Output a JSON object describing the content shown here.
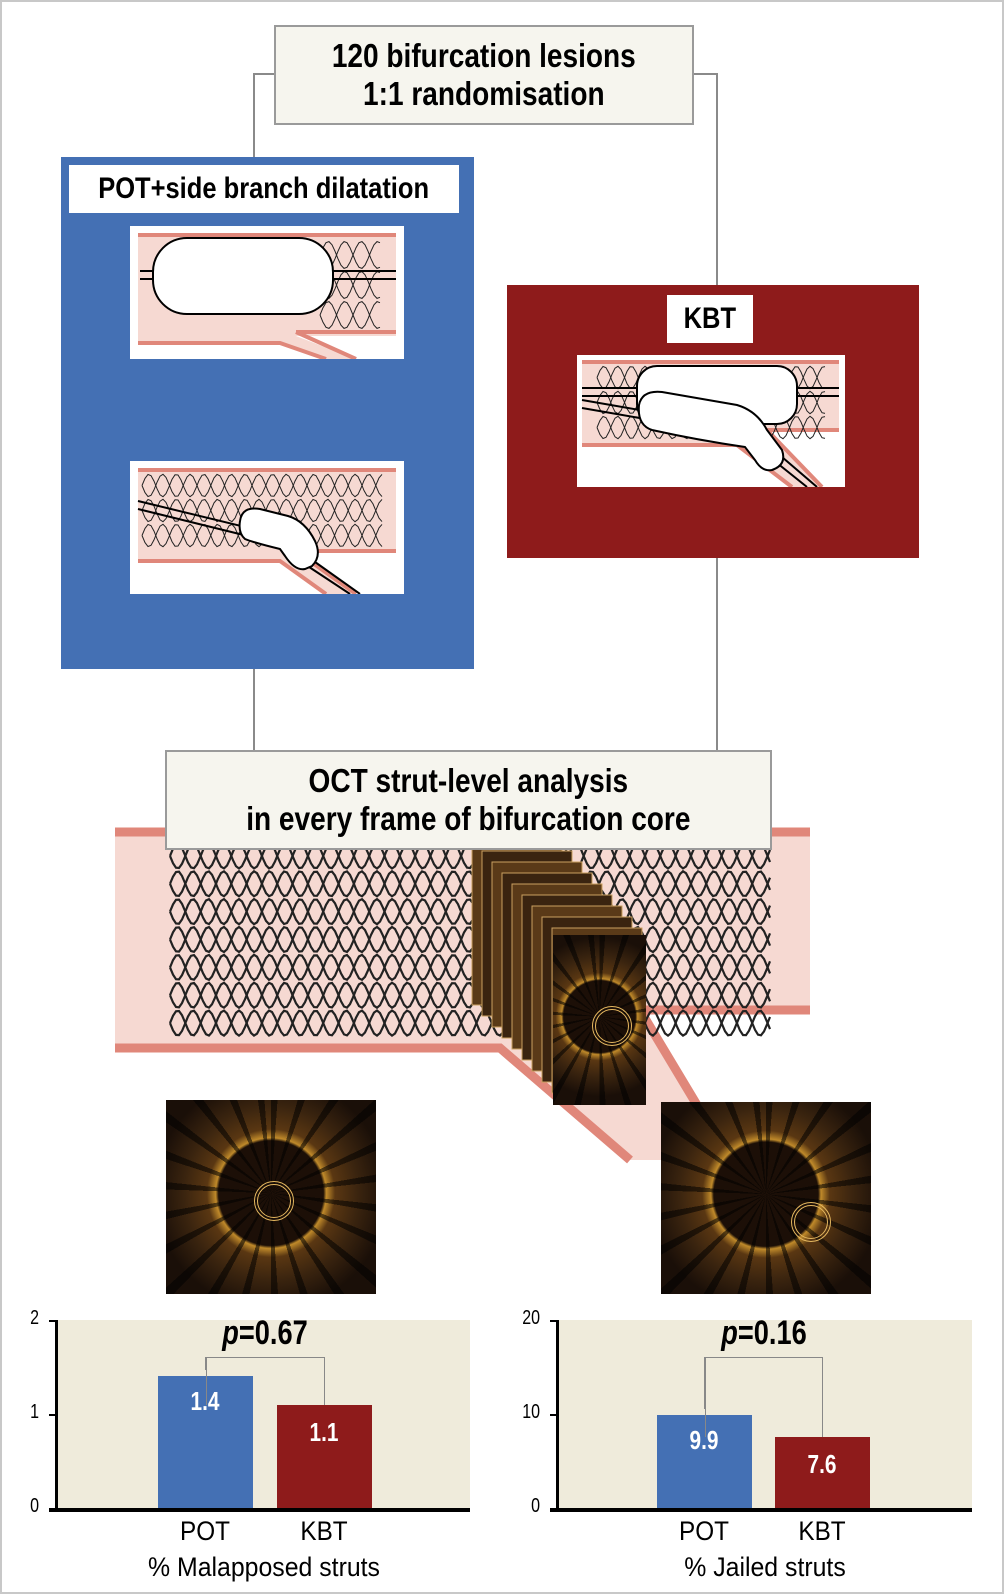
{
  "header": {
    "line1": "120 bifurcation lesions",
    "line2": "1:1 randomisation"
  },
  "arms": {
    "pot": {
      "label": "POT+side branch dilatation",
      "color": "#4470b4"
    },
    "kbt": {
      "label": "KBT",
      "color": "#8e1b1b"
    }
  },
  "analysis": {
    "line1": "OCT strut-level analysis",
    "line2": "in every frame of bifurcation core"
  },
  "chart_data": [
    {
      "type": "bar",
      "title": "% Malapposed struts",
      "xlabel": "% Malapposed struts",
      "categories": [
        "POT",
        "KBT"
      ],
      "values": [
        1.4,
        1.1
      ],
      "value_labels": [
        "1.4",
        "1.1"
      ],
      "colors": [
        "#4470b4",
        "#8e1b1b"
      ],
      "ylim": [
        0,
        2
      ],
      "yticks": [
        "0",
        "1",
        "2"
      ],
      "ytick_values": [
        0,
        1,
        2
      ],
      "p_value": "=0.67",
      "p_symbol": "p"
    },
    {
      "type": "bar",
      "title": "% Jailed struts",
      "xlabel": "% Jailed struts",
      "categories": [
        "POT",
        "KBT"
      ],
      "values": [
        9.9,
        7.6
      ],
      "value_labels": [
        "9.9",
        "7.6"
      ],
      "colors": [
        "#4470b4",
        "#8e1b1b"
      ],
      "ylim": [
        0,
        20
      ],
      "yticks": [
        "0",
        "10",
        "20"
      ],
      "ytick_values": [
        0,
        10,
        20
      ],
      "p_value": "=0.16",
      "p_symbol": "p"
    }
  ]
}
